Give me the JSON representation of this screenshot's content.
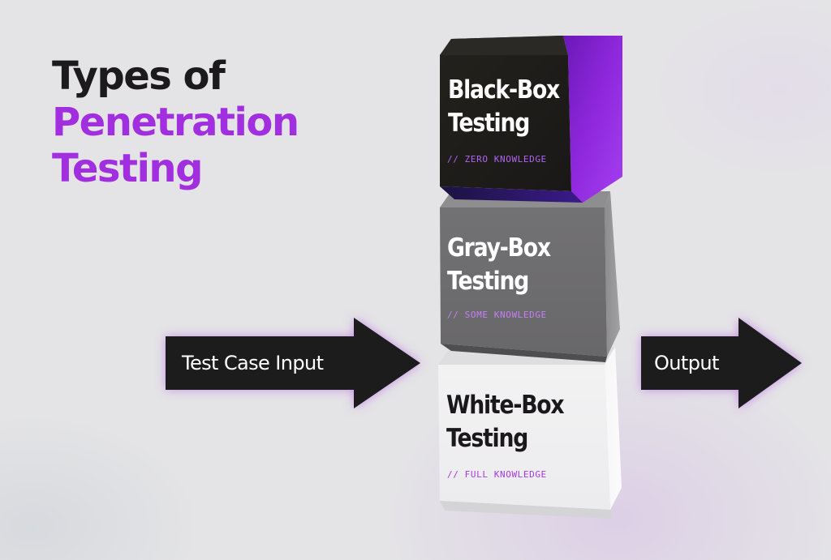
{
  "title": {
    "line1": "Types of",
    "line2": "Penetration",
    "line3": "Testing"
  },
  "arrows": {
    "input_label": "Test Case Input",
    "output_label": "Output"
  },
  "boxes": [
    {
      "line1": "Black-Box",
      "line2": "Testing",
      "subtitle": "// ZERO KNOWLEDGE"
    },
    {
      "line1": "Gray-Box",
      "line2": "Testing",
      "subtitle": "// SOME KNOWLEDGE"
    },
    {
      "line1": "White-Box",
      "line2": "Testing",
      "subtitle": "// FULL KNOWLEDGE"
    }
  ],
  "colors": {
    "accent": "#a12fe0",
    "black_box_front": "#1f1d1a",
    "black_box_side": "#8a22d6",
    "gray_box_front": "#6f6e70",
    "white_box_front": "#efefef",
    "arrow_fill": "#1c1a1d"
  }
}
